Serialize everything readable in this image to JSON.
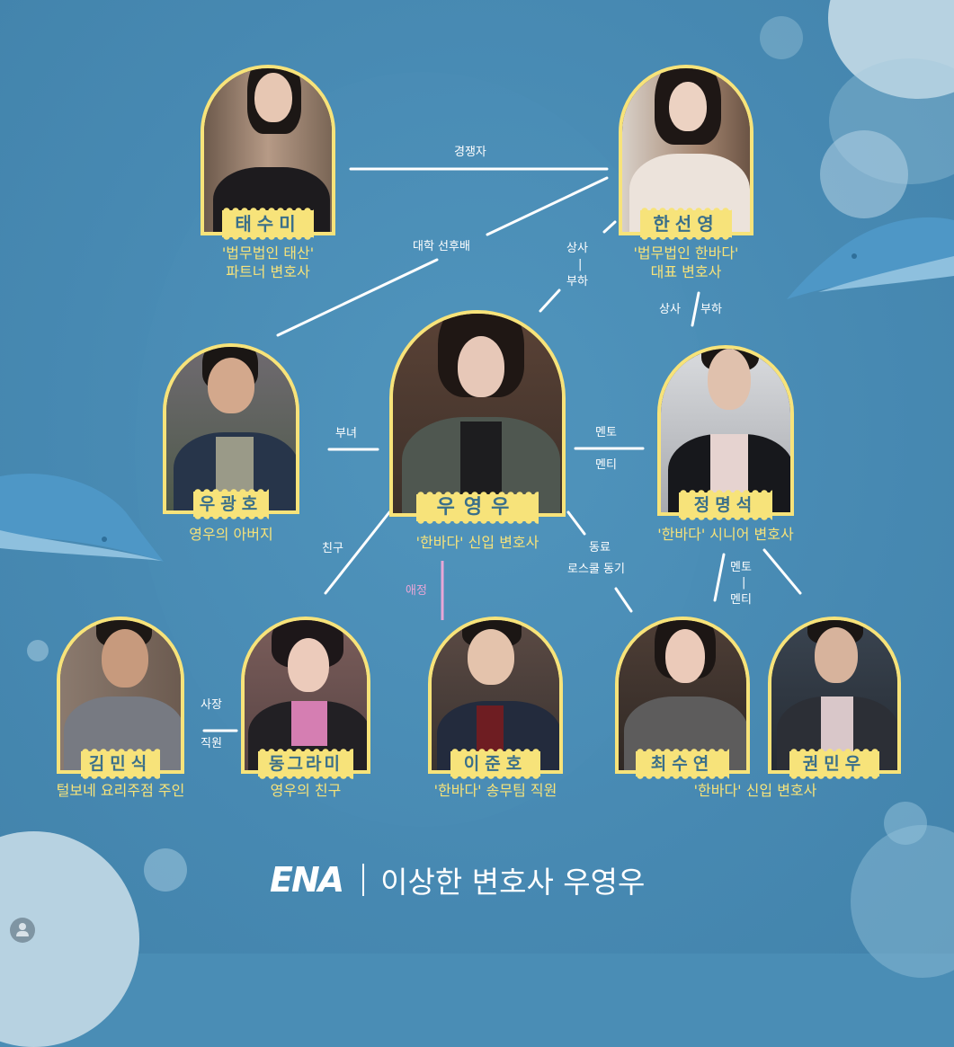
{
  "colors": {
    "background": "#4a8db5",
    "frame_yellow": "#f7e37a",
    "name_text": "#3a6f8a",
    "role_text": "#f7e37a",
    "relation_text": "#ffffff",
    "affection_text": "#e8a6d6"
  },
  "characters": [
    {
      "id": "taesumi",
      "name": "태수미",
      "role_line1": "'법무법인 태산'",
      "role_line2": "파트너 변호사"
    },
    {
      "id": "hanseonyoung",
      "name": "한선영",
      "role_line1": "'법무법인 한바다'",
      "role_line2": "대표 변호사"
    },
    {
      "id": "woogwangho",
      "name": "우광호",
      "role_line1": "영우의 아버지",
      "role_line2": ""
    },
    {
      "id": "wooyoungwoo",
      "name": "우영우",
      "role_line1": "'한바다' 신입 변호사",
      "role_line2": ""
    },
    {
      "id": "jungmyungseok",
      "name": "정명석",
      "role_line1": "'한바다' 시니어 변호사",
      "role_line2": ""
    },
    {
      "id": "kimminsik",
      "name": "김민식",
      "role_line1": "털보네 요리주점 주인",
      "role_line2": ""
    },
    {
      "id": "donggeurami",
      "name": "동그라미",
      "role_line1": "영우의 친구",
      "role_line2": ""
    },
    {
      "id": "leejunho",
      "name": "이준호",
      "role_line1": "'한바다' 송무팀 직원",
      "role_line2": ""
    },
    {
      "id": "choisuyeon",
      "name": "최수연",
      "role_line1": "",
      "role_line2": ""
    },
    {
      "id": "kwonminwoo",
      "name": "권민우",
      "role_line1": "",
      "role_line2": ""
    }
  ],
  "shared_roles": {
    "choi_kwon": "'한바다' 신입 변호사"
  },
  "relations": {
    "rival": "경쟁자",
    "college_seniority": "대학 선후배",
    "boss_sub_a_top": "상사",
    "boss_sub_a_sep": "|",
    "boss_sub_a_bottom": "부하",
    "boss_sub_b_left": "상사",
    "boss_sub_b_right": "부하",
    "father_daughter": "부녀",
    "mentor": "멘토",
    "mentee": "멘티",
    "friend": "친구",
    "affection": "애정",
    "colleague": "동료",
    "lawschool": "로스쿨 동기",
    "mentor2": "멘토",
    "mentor2_sep": "|",
    "mentee2": "멘티",
    "boss": "사장",
    "employee": "직원"
  },
  "footer": {
    "logo": "ENA",
    "title": "이상한 변호사 우영우"
  }
}
